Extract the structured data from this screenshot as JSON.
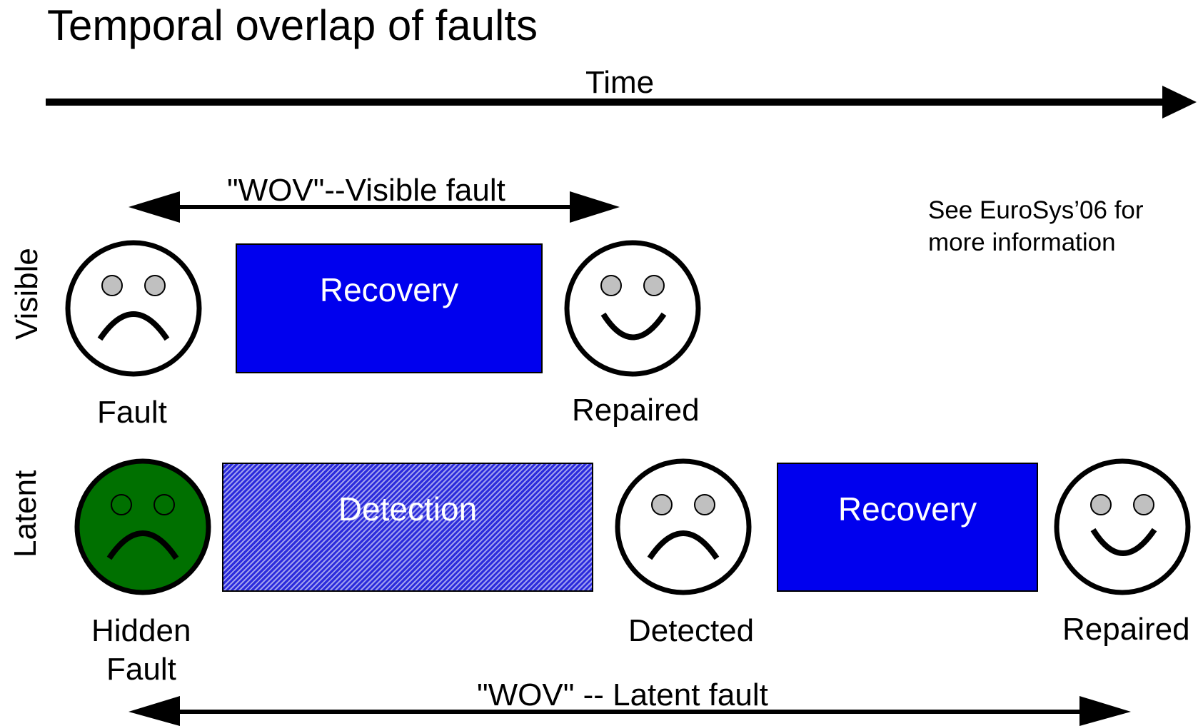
{
  "title": "Temporal overlap of faults",
  "time_axis": {
    "label": "Time"
  },
  "note": "See EuroSys’06 for more information",
  "visible_row": {
    "row_label": "Visible",
    "window_label": "\"WOV\"--Visible fault",
    "recovery_label": "Recovery",
    "fault_caption": "Fault",
    "repaired_caption": "Repaired"
  },
  "latent_row": {
    "row_label": "Latent",
    "detection_label": "Detection",
    "recovery_label": "Recovery",
    "hidden_fault_caption_1": "Hidden",
    "hidden_fault_caption_2": "Fault",
    "detected_caption": "Detected",
    "repaired_caption": "Repaired",
    "window_label": "\"WOV\" -- Latent fault"
  },
  "colors": {
    "recovery": "#0000ee",
    "detection": "#2b2bdc",
    "hidden_face": "#007000",
    "eye": "#c0c0c0"
  }
}
